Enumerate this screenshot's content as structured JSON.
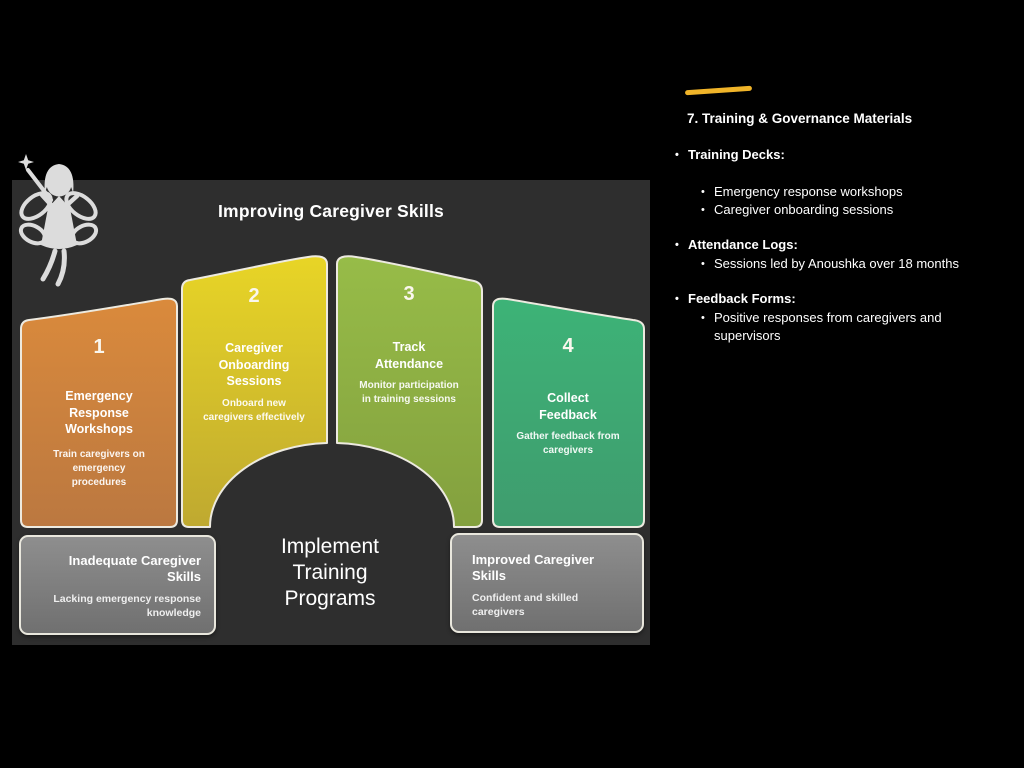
{
  "slide": {
    "title": "Improving Caregiver Skills",
    "steps": [
      {
        "number": "1",
        "title": "Emergency Response Workshops",
        "description": "Train caregivers on emergency procedures",
        "color_top": "#DA8A3C",
        "color_bottom": "#BB7840"
      },
      {
        "number": "2",
        "title": "Caregiver Onboarding Sessions",
        "description": "Onboard new caregivers effectively",
        "color_top": "#E8D526",
        "color_bottom": "#BFA930"
      },
      {
        "number": "3",
        "title": "Track Attendance",
        "description": "Monitor participation in training sessions",
        "color_top": "#97BC48",
        "color_bottom": "#83A03E"
      },
      {
        "number": "4",
        "title": "Collect Feedback",
        "description": "Gather feedback from caregivers",
        "color_top": "#3DB377",
        "color_bottom": "#3F9C6E"
      }
    ],
    "center_label": "Implement Training Programs",
    "before_box": {
      "title": "Inadequate Caregiver Skills",
      "description": "Lacking emergency response knowledge"
    },
    "after_box": {
      "title": "Improved Caregiver Skills",
      "description": "Confident and skilled caregivers"
    },
    "background_color": "#2E2E2E",
    "box_color": "#7F7F7F"
  },
  "right_panel": {
    "marker_color": "#F0B429",
    "heading": "7. Training & Governance Materials",
    "bullet": "•",
    "sections": [
      {
        "label": "Training Decks:",
        "items": [
          "Emergency response workshops",
          "Caregiver onboarding sessions"
        ]
      },
      {
        "label": "Attendance Logs:",
        "items": [
          "Sessions led by Anoushka over 18 months"
        ]
      },
      {
        "label": "Feedback Forms:",
        "items": [
          "Positive responses from caregivers and supervisors"
        ]
      }
    ]
  }
}
